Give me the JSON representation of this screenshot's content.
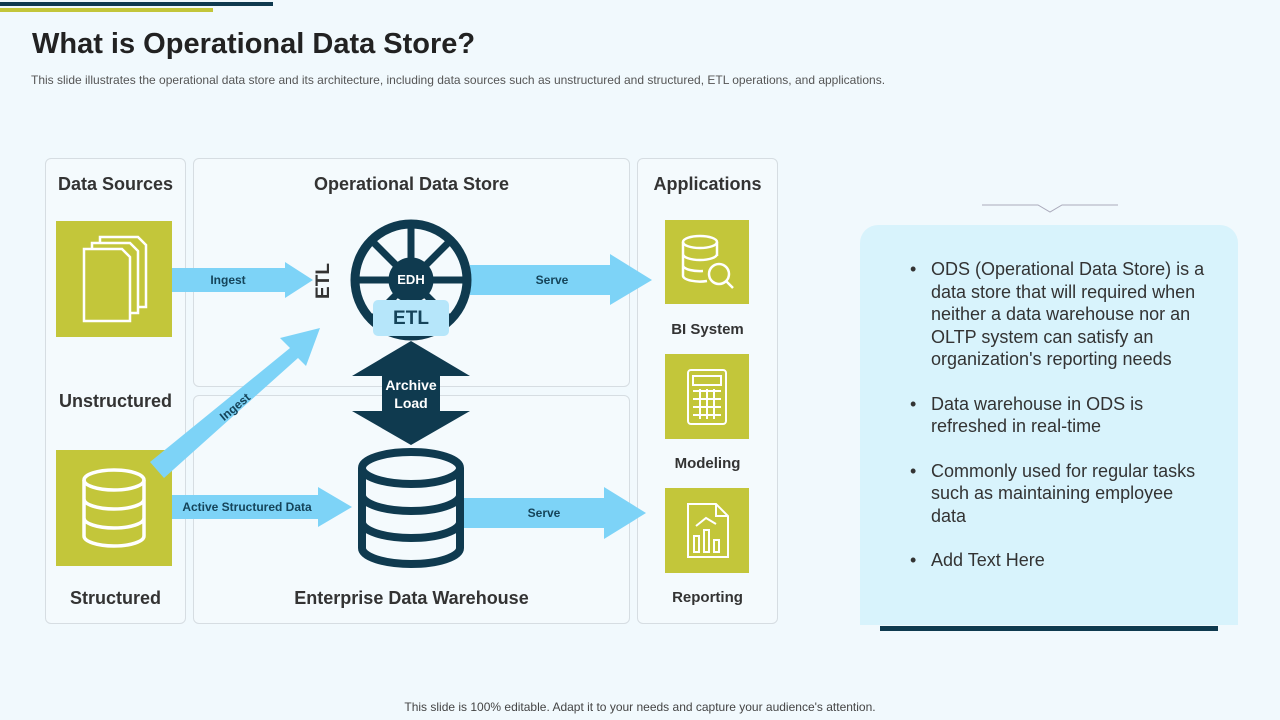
{
  "header": {
    "title": "What is Operational Data Store?",
    "subtitle": "This slide illustrates the operational data store and its architecture, including data sources such as unstructured and structured, ETL operations, and applications."
  },
  "diagram": {
    "data_sources": {
      "heading": "Data Sources",
      "unstructured": "Unstructured",
      "structured": "Structured"
    },
    "ods": {
      "heading": "Operational Data Store",
      "etl_side": "ETL",
      "edh": "EDH",
      "etl_badge": "ETL",
      "archive": "Archive",
      "load": "Load"
    },
    "edw": {
      "heading": "Enterprise Data Warehouse"
    },
    "arrows": {
      "ingest_top": "Ingest",
      "ingest_diag": "Ingest",
      "active": "Active Structured Data",
      "serve_top": "Serve",
      "serve_bottom": "Serve"
    },
    "applications": {
      "heading": "Applications",
      "items": [
        "BI System",
        "Modeling",
        "Reporting"
      ]
    }
  },
  "notes": {
    "bullets": [
      "ODS (Operational Data Store) is a data store that will required when neither a data warehouse nor an OLTP system can satisfy an organization's reporting needs",
      "Data warehouse in ODS is refreshed in real-time",
      "Commonly used for regular tasks such as maintaining employee data",
      "Add Text Here"
    ]
  },
  "footer": "This slide is 100% editable. Adapt it to your needs and capture your audience's attention.",
  "colors": {
    "navy": "#0f3a4f",
    "green": "#c3c63a",
    "arrow": "#7dd3f7",
    "panel": "#d8f3fc"
  }
}
